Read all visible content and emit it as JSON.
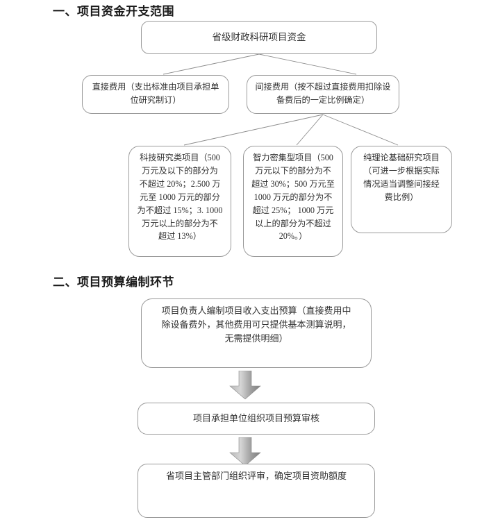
{
  "document": {
    "sections": [
      {
        "heading": "一、项目资金开支范围",
        "diagram_type": "hierarchy-tree",
        "nodes": {
          "root": "省级财政科研项目资金",
          "direct": "直接费用（支出标准由项目承担单\n位研究制订）",
          "indirect": "间接费用（按不超过直接费用扣除设\n备费后的一定比例确定）",
          "tech": "科技研究类项目（500\n万元及以下的部分为\n不超过 20%；2.500 万\n元至 1000 万元的部分\n为不超过 15%；3. 1000\n万元以上的部分为不\n超过 13%）",
          "intensive": "智力密集型项目（500\n万元以下的部分为不\n超过 30%；500 万元至\n1000 万元的部分为不\n超过 25%； 1000 万元\n以上的部分为不超过\n20%。）",
          "theory": "纯理论基础研究项目\n（可进一步根据实际\n情况适当调整间接经\n费比例）"
        }
      },
      {
        "heading": "二、项目预算编制环节",
        "diagram_type": "vertical-flow",
        "steps": [
          "项目负责人编制项目收入支出预算（直接费用中\n除设备费外，其他费用可只提供基本测算说明，\n无需提供明细）",
          "项目承担单位组织项目预算审核",
          "省项目主管部门组织评审，确定项目资助额度"
        ]
      }
    ]
  },
  "colors": {
    "box_border": "#9a9a9a",
    "box_fill": "#ffffff",
    "connector_line": "#8c8c8c",
    "arrow_fill_light": "#cfcfcf",
    "arrow_fill_dark": "#8f8f8f",
    "text": "#303030",
    "heading_text": "#1a1a1a",
    "page_background": "#ffffff"
  }
}
